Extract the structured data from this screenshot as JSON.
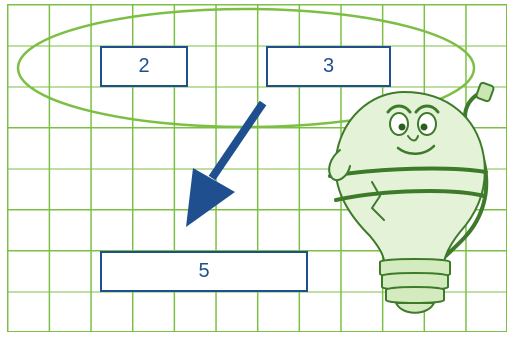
{
  "colors": {
    "grid": "#7cbf44",
    "box_border": "#1f4f8f",
    "arrow": "#1f4f8f",
    "oval": "#7cbf44",
    "bulb_fill": "#e4f3d8"
  },
  "boxes": {
    "first": "2",
    "second": "3",
    "result": "5"
  },
  "icons": {
    "arrow": "arrow-down-left-icon",
    "mascot": "lightbulb-mascot-icon"
  }
}
